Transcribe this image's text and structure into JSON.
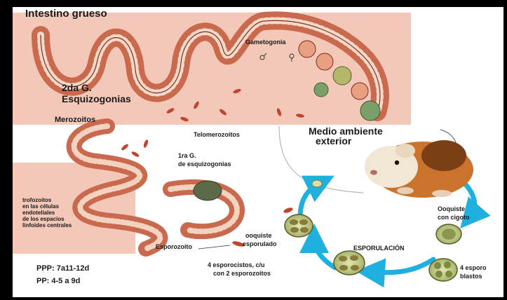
{
  "colors": {
    "tissue_bg": "#f4c8b8",
    "epithelium": "#c96a4e",
    "cycle_arrow": "#20b0e0",
    "cyst_fill": "#cfd79a",
    "guinea_pig_fur": "#c9732d"
  },
  "labels": {
    "intestino": "Intestino grueso",
    "gametogonia": "Gametogonia",
    "segunda_g": "2da G.",
    "esquizogonias": "Esquizogonias",
    "merozoitos": "Merozoitos",
    "telomerozoitos": "Telomerozoitos",
    "medio_line1": "Medio ambiente",
    "medio_line2": "exterior",
    "primera_g_line1": "1ra G.",
    "primera_g_line2": "de esquizogonias",
    "trofo_line1": "trofozoitos",
    "trofo_line2": "en las  células",
    "trofo_line3": "endoteliales",
    "trofo_line4": "de los espacios",
    "trofo_line5": "linfoides centrales",
    "ooquiste_cig_line1": "Ooquiste",
    "ooquiste_cig_line2": "con cigoto",
    "ooquiste_esp_line1": "ooquiste",
    "ooquiste_esp_line2": "esporulado",
    "esporulacion": "ESPORULACIÓN",
    "esporozoito": "Esporozoito",
    "cuatro_esporoc_line1": "4 esporocistos, c/u",
    "cuatro_esporoc_line2": "con 2 esporozoitos",
    "cuatro_esporo_line1": "4 esporo",
    "cuatro_esporo_line2": "blastos",
    "ppp": "PPP: 7a11-12d",
    "pp": "PP: 4-5 a 9d"
  },
  "icons": {
    "male_symbol": "male-symbol-icon",
    "female_symbol": "female-symbol-icon"
  }
}
